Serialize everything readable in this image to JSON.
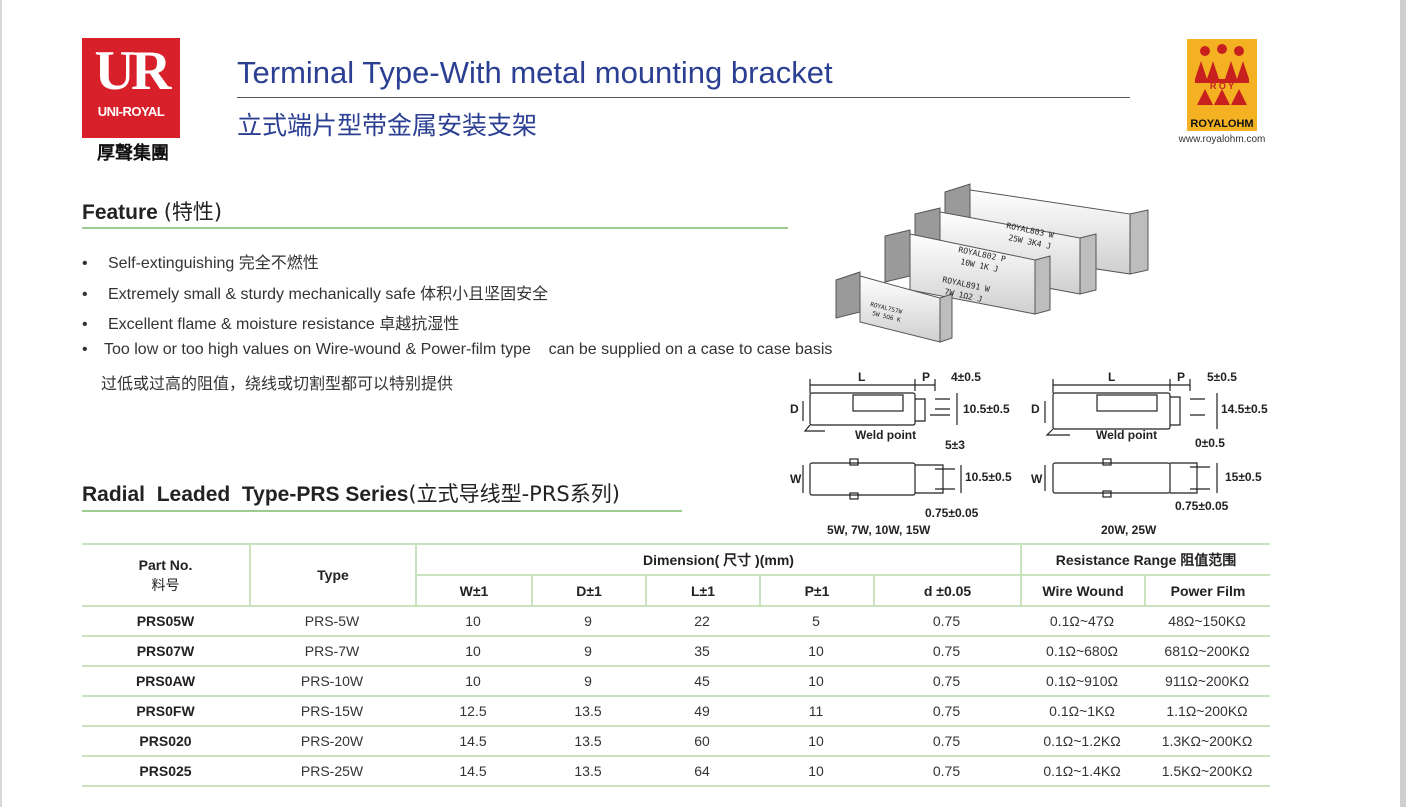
{
  "logo_left": {
    "mark": "UR",
    "name": "UNI-ROYAL",
    "chinese": "厚聲集團"
  },
  "logo_right": {
    "name": "ROYALOHM",
    "url": "www.royalohm.com"
  },
  "title_en": "Terminal Type-With metal mounting bracket",
  "title_cn": "立式端片型带金属安装支架",
  "feature": {
    "heading": "Feature",
    "heading_cn": "(特性)",
    "bullet": "•",
    "items": [
      "Self-extinguishing  完全不燃性",
      "Extremely small & sturdy mechanically safe 体积小且坚固安全",
      "Excellent flame & moisture resistance 卓越抗湿性",
      "Too low or too high values on Wire-wound & Power-film type    can be supplied on a case to case basis"
    ],
    "item4_cont": "过低或过高的阻值，绕线或切割型都可以特别提供"
  },
  "photo_labels": [
    "ROYAL803 W",
    "25W 3K4 J",
    "ROYAL802 P",
    "10W 1K J",
    "ROYAL891 W",
    "7W 1Ω2 J",
    "ROYAL757W",
    "5W 5Ω6 K"
  ],
  "drawing": {
    "left": {
      "L": "L",
      "P": "P",
      "D": "D",
      "W": "W",
      "tol1": "4±0.5",
      "h1": "10.5±0.5",
      "weld": "Weld point",
      "gap": "5±3",
      "h2": "10.5±0.5",
      "lead": "0.75±0.05",
      "caption": "5W, 7W, 10W, 15W"
    },
    "right": {
      "L": "L",
      "P": "P",
      "D": "D",
      "W": "W",
      "tol1": "5±0.5",
      "h1": "14.5±0.5",
      "weld": "Weld point",
      "gap": "0±0.5",
      "h2": "15±0.5",
      "lead": "0.75±0.05",
      "caption": "20W, 25W"
    }
  },
  "series": {
    "heading": "Radial  Leaded  Type-PRS Series",
    "heading_cn": "(立式导线型-PRS系列)"
  },
  "table": {
    "h_part": "Part No.",
    "h_part_cn": "料号",
    "h_type": "Type",
    "h_dim": "Dimension( 尺寸 )(mm)",
    "h_res": "Resistance Range 阻值范围",
    "sub": [
      "W±1",
      "D±1",
      "L±1",
      "P±1",
      "d ±0.05",
      "Wire Wound",
      "Power Film"
    ],
    "rows": [
      [
        "PRS05W",
        "PRS-5W",
        "10",
        "9",
        "22",
        "5",
        "0.75",
        "0.1Ω~47Ω",
        "48Ω~150KΩ"
      ],
      [
        "PRS07W",
        "PRS-7W",
        "10",
        "9",
        "35",
        "10",
        "0.75",
        "0.1Ω~680Ω",
        "681Ω~200KΩ"
      ],
      [
        "PRS0AW",
        "PRS-10W",
        "10",
        "9",
        "45",
        "10",
        "0.75",
        "0.1Ω~910Ω",
        "911Ω~200KΩ"
      ],
      [
        "PRS0FW",
        "PRS-15W",
        "12.5",
        "13.5",
        "49",
        "11",
        "0.75",
        "0.1Ω~1KΩ",
        "1.1Ω~200KΩ"
      ],
      [
        "PRS020",
        "PRS-20W",
        "14.5",
        "13.5",
        "60",
        "10",
        "0.75",
        "0.1Ω~1.2KΩ",
        "1.3KΩ~200KΩ"
      ],
      [
        "PRS025",
        "PRS-25W",
        "14.5",
        "13.5",
        "64",
        "10",
        "0.75",
        "0.1Ω~1.4KΩ",
        "1.5KΩ~200KΩ"
      ]
    ]
  },
  "colors": {
    "title": "#2b3f93",
    "rule_green": "#9ccc8f",
    "brand_red": "#d8202a",
    "brand_gold": "#f4b223"
  }
}
